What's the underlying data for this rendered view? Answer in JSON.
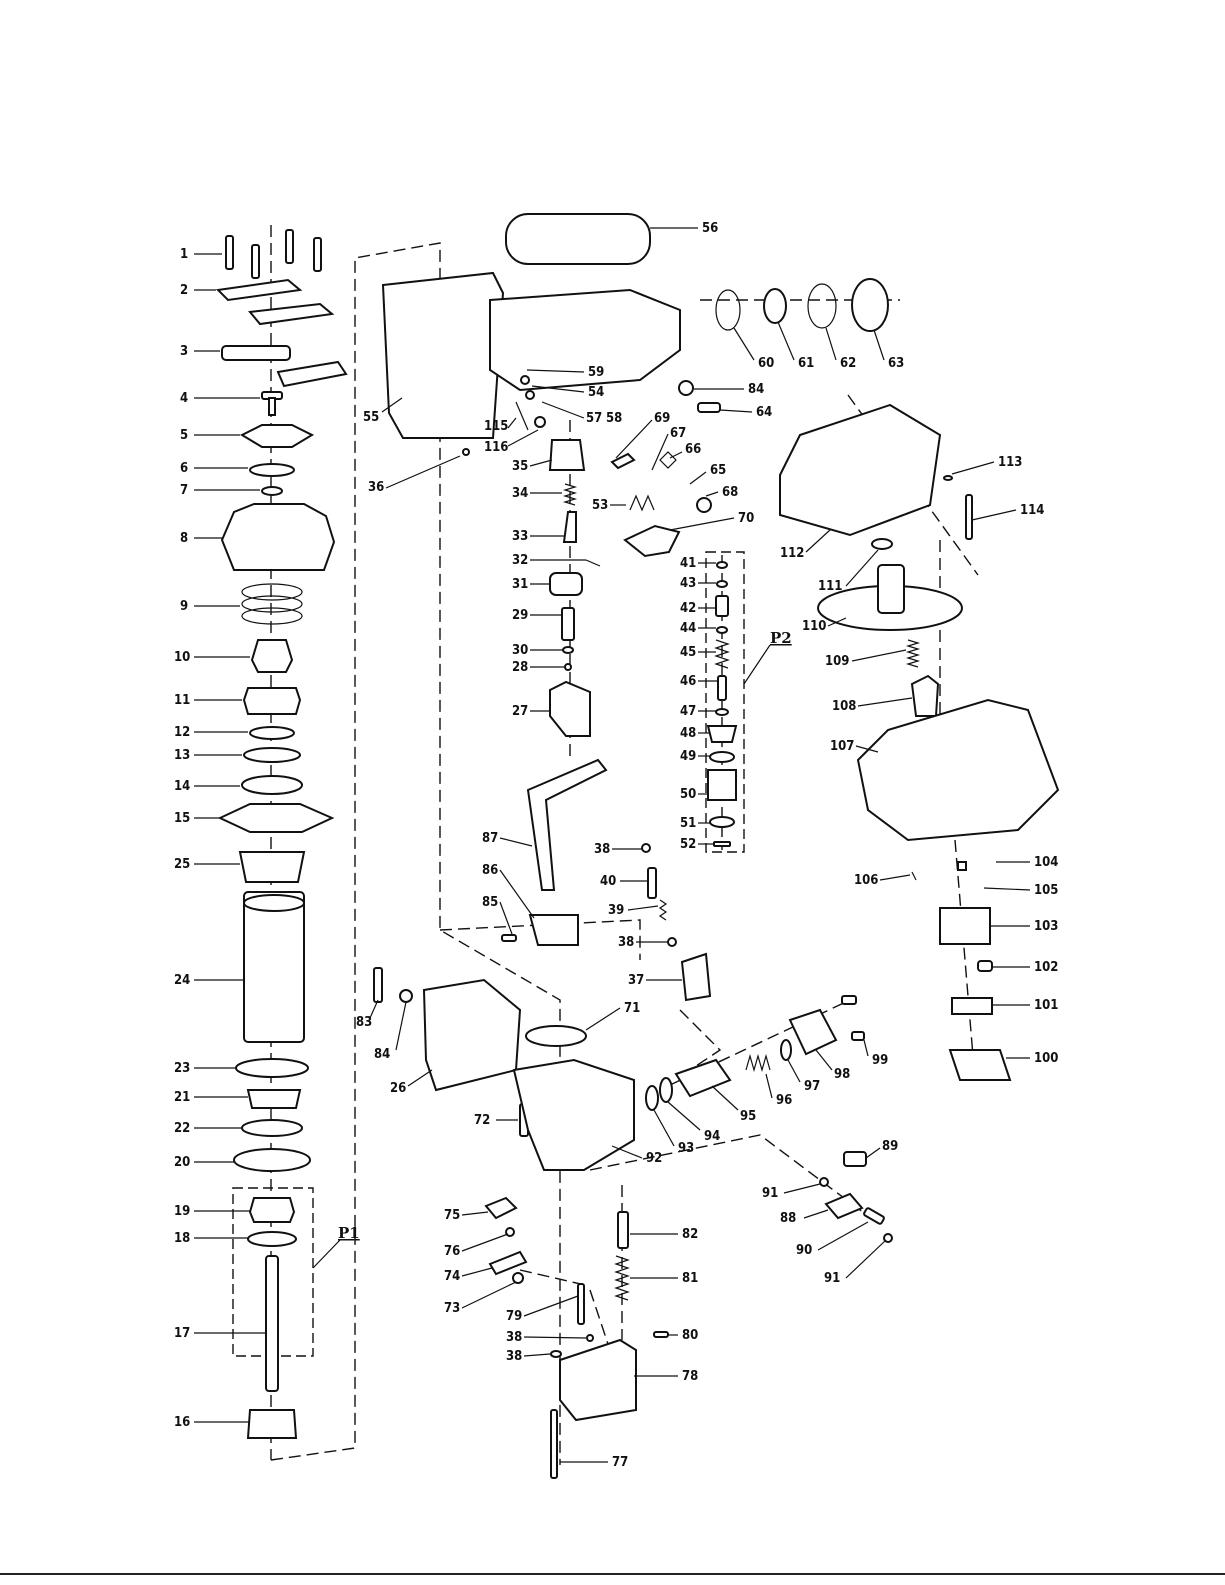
{
  "group_labels": {
    "p1": "P1",
    "p2": "P2"
  },
  "parts": {
    "n1": "1",
    "n2": "2",
    "n3": "3",
    "n4": "4",
    "n5": "5",
    "n6": "6",
    "n7": "7",
    "n8": "8",
    "n9": "9",
    "n10": "10",
    "n11": "11",
    "n12": "12",
    "n13": "13",
    "n14": "14",
    "n15": "15",
    "n25": "25",
    "n24": "24",
    "n23": "23",
    "n21": "21",
    "n22": "22",
    "n20": "20",
    "n19": "19",
    "n18": "18",
    "n17": "17",
    "n16": "16",
    "n56": "56",
    "n55": "55",
    "n59": "59",
    "n54": "54",
    "n57": "57",
    "n58": "58",
    "n115": "115",
    "n116": "116",
    "n36": "36",
    "n60": "60",
    "n61": "61",
    "n62": "62",
    "n63": "63",
    "n84a": "84",
    "n64": "64",
    "n35": "35",
    "n34": "34",
    "n33": "33",
    "n32": "32",
    "n31": "31",
    "n29": "29",
    "n30": "30",
    "n28": "28",
    "n27": "27",
    "n69": "69",
    "n67": "67",
    "n66": "66",
    "n65": "65",
    "n68": "68",
    "n53": "53",
    "n70": "70",
    "n41": "41",
    "n43": "43",
    "n42": "42",
    "n44": "44",
    "n45": "45",
    "n46": "46",
    "n47": "47",
    "n48": "48",
    "n49": "49",
    "n50": "50",
    "n51": "51",
    "n52": "52",
    "n113": "113",
    "n114": "114",
    "n112": "112",
    "n111": "111",
    "n110": "110",
    "n109": "109",
    "n108": "108",
    "n107": "107",
    "n106": "106",
    "n104": "104",
    "n105": "105",
    "n103": "103",
    "n102": "102",
    "n101": "101",
    "n100": "100",
    "n87": "87",
    "n86": "86",
    "n85": "85",
    "n38a": "38",
    "n40": "40",
    "n39": "39",
    "n38b": "38",
    "n37": "37",
    "n83": "83",
    "n84b": "84",
    "n26": "26",
    "n71": "71",
    "n72": "72",
    "n92": "92",
    "n93": "93",
    "n94": "94",
    "n95": "95",
    "n96": "96",
    "n97": "97",
    "n98": "98",
    "n99": "99",
    "n89": "89",
    "n91a": "91",
    "n88": "88",
    "n90": "90",
    "n91b": "91",
    "n75": "75",
    "n76": "76",
    "n74": "74",
    "n73": "73",
    "n79": "79",
    "n38c": "38",
    "n38d": "38",
    "n82": "82",
    "n81": "81",
    "n80": "80",
    "n78": "78",
    "n77": "77"
  }
}
